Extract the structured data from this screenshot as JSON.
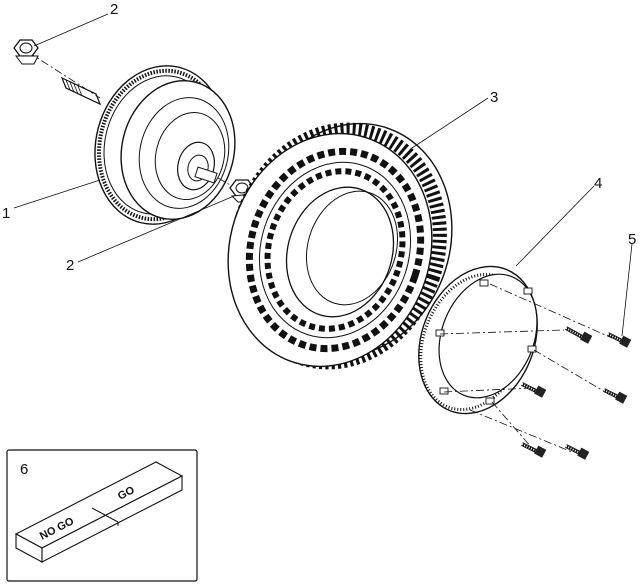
{
  "callouts": {
    "c1": "1",
    "c2a": "2",
    "c2b": "2",
    "c3": "3",
    "c4": "4",
    "c5": "5",
    "c6": "6"
  },
  "gauge": {
    "nogo_label": "NO GO",
    "go_label": "GO"
  },
  "icons": [
    "hub-motor-icon",
    "hex-nut-icon",
    "tire-icon",
    "rim-ring-icon",
    "screw-icon",
    "go-nogo-gauge-icon"
  ]
}
